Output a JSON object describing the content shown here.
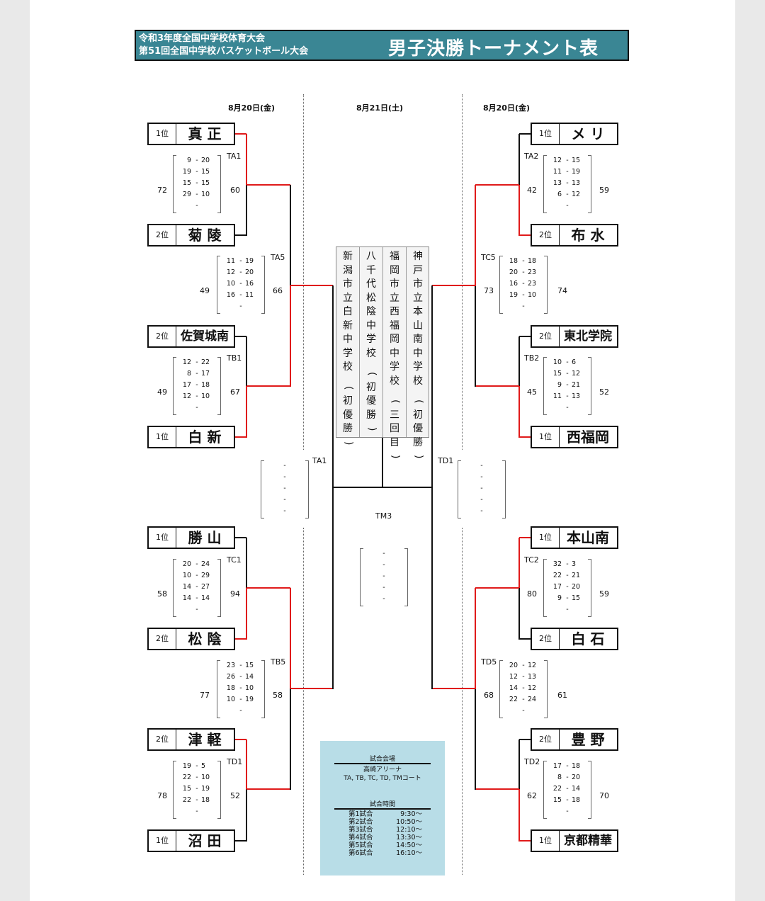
{
  "header": {
    "sub1": "令和3年度全国中学校体育大会",
    "sub2": "第51回全国中学校バスケットボール大会",
    "title": "男子決勝トーナメント表",
    "color": "#3a8694"
  },
  "dates": {
    "left": "8月20日(金)",
    "center": "8月21日(土)",
    "right": "8月20日(金)"
  },
  "teams": {
    "t1": {
      "rank": "1位",
      "name": "真 正"
    },
    "t2": {
      "rank": "2位",
      "name": "菊 陵"
    },
    "t3": {
      "rank": "2位",
      "name": "佐賀城南"
    },
    "t4": {
      "rank": "1位",
      "name": "白 新"
    },
    "t5": {
      "rank": "1位",
      "name": "勝 山"
    },
    "t6": {
      "rank": "2位",
      "name": "松 陰"
    },
    "t7": {
      "rank": "2位",
      "name": "津 軽"
    },
    "t8": {
      "rank": "1位",
      "name": "沼 田"
    },
    "t9": {
      "rank": "1位",
      "name": "メ リ"
    },
    "t10": {
      "rank": "2位",
      "name": "布 水"
    },
    "t11": {
      "rank": "2位",
      "name": "東北学院"
    },
    "t12": {
      "rank": "1位",
      "name": "西福岡"
    },
    "t13": {
      "rank": "1位",
      "name": "本山南"
    },
    "t14": {
      "rank": "2位",
      "name": "白 石"
    },
    "t15": {
      "rank": "2位",
      "name": "豊 野"
    },
    "t16": {
      "rank": "1位",
      "name": "京都精華"
    }
  },
  "matches": {
    "ta1": {
      "code": "TA1",
      "left": "72",
      "right": "60",
      "q": [
        [
          "9",
          "20"
        ],
        [
          "19",
          "15"
        ],
        [
          "15",
          "15"
        ],
        [
          "29",
          "10"
        ],
        [
          "",
          ""
        ]
      ]
    },
    "ta5": {
      "code": "TA5",
      "left": "49",
      "right": "66",
      "q": [
        [
          "11",
          "19"
        ],
        [
          "12",
          "20"
        ],
        [
          "10",
          "16"
        ],
        [
          "16",
          "11"
        ],
        [
          "",
          ""
        ]
      ]
    },
    "tb1": {
      "code": "TB1",
      "left": "49",
      "right": "67",
      "q": [
        [
          "12",
          "22"
        ],
        [
          "8",
          "17"
        ],
        [
          "17",
          "18"
        ],
        [
          "12",
          "10"
        ],
        [
          "",
          ""
        ]
      ]
    },
    "tc1": {
      "code": "TC1",
      "left": "58",
      "right": "94",
      "q": [
        [
          "20",
          "24"
        ],
        [
          "10",
          "29"
        ],
        [
          "14",
          "27"
        ],
        [
          "14",
          "14"
        ],
        [
          "",
          ""
        ]
      ]
    },
    "tb5": {
      "code": "TB5",
      "left": "77",
      "right": "58",
      "q": [
        [
          "23",
          "15"
        ],
        [
          "26",
          "14"
        ],
        [
          "18",
          "10"
        ],
        [
          "10",
          "19"
        ],
        [
          "",
          ""
        ]
      ]
    },
    "td1": {
      "code": "TD1",
      "left": "78",
      "right": "52",
      "q": [
        [
          "19",
          "5"
        ],
        [
          "22",
          "10"
        ],
        [
          "15",
          "19"
        ],
        [
          "22",
          "18"
        ],
        [
          "",
          ""
        ]
      ]
    },
    "ta2": {
      "code": "TA2",
      "left": "42",
      "right": "59",
      "q": [
        [
          "12",
          "15"
        ],
        [
          "11",
          "19"
        ],
        [
          "13",
          "13"
        ],
        [
          "6",
          "12"
        ],
        [
          "",
          ""
        ]
      ]
    },
    "tc5": {
      "code": "TC5",
      "left": "73",
      "right": "74",
      "q": [
        [
          "18",
          "18"
        ],
        [
          "20",
          "23"
        ],
        [
          "16",
          "23"
        ],
        [
          "19",
          "10"
        ],
        [
          "",
          ""
        ]
      ]
    },
    "tb2": {
      "code": "TB2",
      "left": "45",
      "right": "52",
      "q": [
        [
          "10",
          "6"
        ],
        [
          "15",
          "12"
        ],
        [
          "9",
          "21"
        ],
        [
          "11",
          "13"
        ],
        [
          "",
          ""
        ]
      ]
    },
    "tc2": {
      "code": "TC2",
      "left": "80",
      "right": "59",
      "q": [
        [
          "32",
          "3"
        ],
        [
          "22",
          "21"
        ],
        [
          "17",
          "20"
        ],
        [
          "9",
          "15"
        ],
        [
          "",
          ""
        ]
      ]
    },
    "td5": {
      "code": "TD5",
      "left": "68",
      "right": "61",
      "q": [
        [
          "20",
          "12"
        ],
        [
          "12",
          "13"
        ],
        [
          "14",
          "12"
        ],
        [
          "22",
          "24"
        ],
        [
          "",
          ""
        ]
      ]
    },
    "td2": {
      "code": "TD2",
      "left": "62",
      "right": "70",
      "q": [
        [
          "17",
          "18"
        ],
        [
          "8",
          "20"
        ],
        [
          "22",
          "14"
        ],
        [
          "15",
          "18"
        ],
        [
          "",
          ""
        ]
      ]
    },
    "semi_left": {
      "code": "TA1"
    },
    "semi_right": {
      "code": "TD1"
    },
    "final": {
      "code": "TM3"
    }
  },
  "champions": [
    {
      "name": "新潟市立白新中学校",
      "note": "(初優勝)"
    },
    {
      "name": "八千代松陰中学校",
      "note": "(初優勝)"
    },
    {
      "name": "福岡市立西福岡中学校",
      "note": "(三回目)"
    },
    {
      "name": "神戸市立本山南中学校",
      "note": "(初優勝)"
    }
  ],
  "info": {
    "venue_heading": "試合会場",
    "venue_name": "高崎アリーナ",
    "courts": "TA, TB, TC, TD, TMコート",
    "time_heading": "試合時間",
    "schedule": [
      {
        "game": "第1試合",
        "time": "9:30〜"
      },
      {
        "game": "第2試合",
        "time": "10:50〜"
      },
      {
        "game": "第3試合",
        "time": "12:10〜"
      },
      {
        "game": "第4試合",
        "time": "13:30〜"
      },
      {
        "game": "第5試合",
        "time": "14:50〜"
      },
      {
        "game": "第6試合",
        "time": "16:10〜"
      }
    ],
    "bg": "#b8dde7"
  }
}
